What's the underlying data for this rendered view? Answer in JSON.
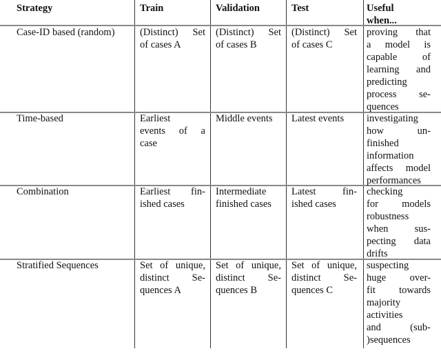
{
  "table": {
    "headers": [
      [
        "Strategy"
      ],
      [
        "Train"
      ],
      [
        "Validation"
      ],
      [
        "Test"
      ],
      [
        "Useful",
        "when..."
      ]
    ],
    "rows": [
      [
        [
          "Case-ID based (random)"
        ],
        [
          "(Distinct) Set",
          "of cases A"
        ],
        [
          "(Distinct) Set",
          "of cases B"
        ],
        [
          "(Distinct) Set",
          "of cases C"
        ],
        [
          "proving that",
          "a model is",
          "capable of",
          "learning and",
          "predicting",
          "process se-",
          "quences"
        ]
      ],
      [
        [
          "Time-based"
        ],
        [
          "Earliest",
          "events of a",
          "case"
        ],
        [
          "Middle events"
        ],
        [
          "Latest events"
        ],
        [
          "investigating",
          "how un-",
          "finished",
          "information",
          "affects model",
          "performances"
        ]
      ],
      [
        [
          "Combination"
        ],
        [
          "Earliest fin-",
          "ished cases"
        ],
        [
          "Intermediate",
          "finished cases"
        ],
        [
          "Latest fin-",
          "ished cases"
        ],
        [
          "checking",
          "for models",
          "robustness",
          "when sus-",
          "pecting data",
          "drifts"
        ]
      ],
      [
        [
          "Stratified Sequences"
        ],
        [
          "Set of unique,",
          "distinct Se-",
          "quences A"
        ],
        [
          "Set of unique,",
          "distinct Se-",
          "quences B"
        ],
        [
          "Set of unique,",
          "distinct Se-",
          "quences C"
        ],
        [
          "suspecting",
          "huge over-",
          "fit towards",
          "majority",
          "activities",
          "and (sub-",
          ")sequences"
        ]
      ]
    ]
  }
}
